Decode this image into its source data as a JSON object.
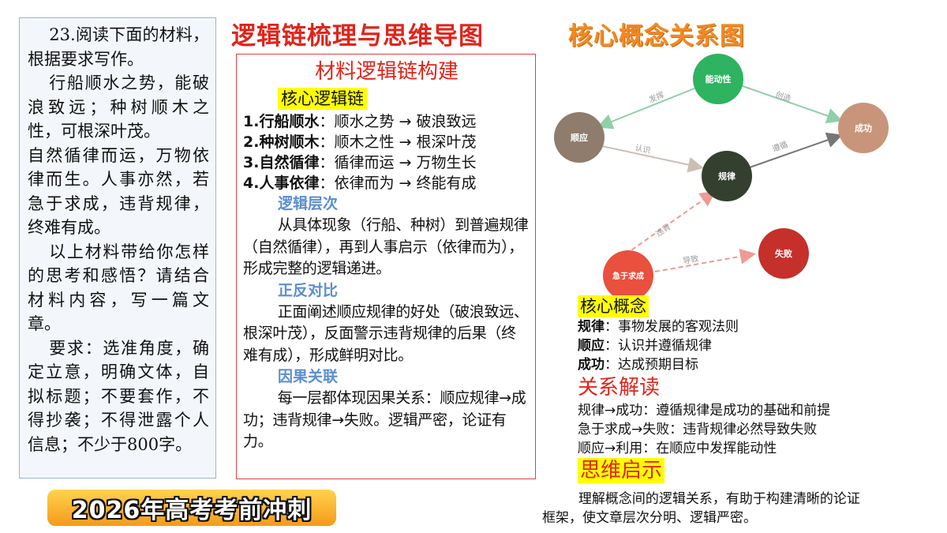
{
  "prompt": {
    "paragraphs": [
      "23.阅读下面的材料，根据要求写作。",
      "行船顺水之势，能破浪致远；种树顺木之性，可根深叶茂。",
      "自然循律而运，万物依律而生。人事亦然，若急于求成，违背规律，终难有成。",
      "以上材料带给你怎样的思考和感悟？请结合材料内容，写一篇文章。",
      "要求：选准角度，确定立意，明确文体，自拟标题；不要套作，不得抄袭；不得泄露个人信息；不少于800字。"
    ]
  },
  "titles": {
    "main": "逻辑链梳理与思维导图",
    "concept": "核心概念关系图"
  },
  "chain": {
    "header": "材料逻辑链构建",
    "core_label": "核心逻辑链",
    "items": [
      {
        "key": "1.行船顺水",
        "text": "：顺水之势 → 破浪致远"
      },
      {
        "key": "2.种树顺木",
        "text": "：顺木之性 → 根深叶茂"
      },
      {
        "key": "3.自然循律",
        "text": "：循律而运 → 万物生长"
      },
      {
        "key": "4.人事依律",
        "text": "：依律而为 → 终能有成"
      }
    ],
    "sections": [
      {
        "title": "逻辑层次",
        "body": "从具体现象（行船、种树）到普遍规律（自然循律），再到人事启示（依律而为），形成完整的逻辑递进。"
      },
      {
        "title": "正反对比",
        "body": "正面阐述顺应规律的好处（破浪致远、根深叶茂），反面警示违背规律的后果（终难有成），形成鲜明对比。"
      },
      {
        "title": "因果关联",
        "body": "每一层都体现因果关系：顺应规律→成功；违背规律→失败。逻辑严密，论证有力。"
      }
    ]
  },
  "diagram": {
    "nodes": {
      "nengdong": "能动性",
      "shunying": "顺应",
      "guilv": "规律",
      "chenggong": "成功",
      "jiyu": "急于求成",
      "shibai": "失败"
    },
    "edges": {
      "fahui": "发挥",
      "chuangzao": "创造",
      "renshi": "认识",
      "zunxun": "遵循",
      "weibei": "违背",
      "daozhi": "导致"
    },
    "colors": {
      "nengdong": "#2eb360",
      "shunying": "#8f7c6c",
      "guilv": "#33402f",
      "chenggong": "#c8957a",
      "jiyu": "#e9503d",
      "shibai": "#c5302b"
    }
  },
  "concepts": {
    "core_label": "核心概念",
    "items": [
      {
        "key": "规律",
        "text": "：事物发展的客观法则"
      },
      {
        "key": "顺应",
        "text": "：认识并遵循规律"
      },
      {
        "key": "成功",
        "text": "：达成预期目标"
      }
    ],
    "relation_title": "关系解读",
    "relations": [
      "规律→成功：遵循规律是成功的基础和前提",
      "急于求成→失败：违背规律必然导致失败",
      "顺应→利用：在顺应中发挥能动性"
    ],
    "insight_title": "思维启示",
    "insight_line1": "理解概念间的逻辑关系，有助于构建清晰的论证",
    "insight_line2": "框架，使文章层次分明、逻辑严密。"
  },
  "banner": "2026年高考考前冲刺"
}
